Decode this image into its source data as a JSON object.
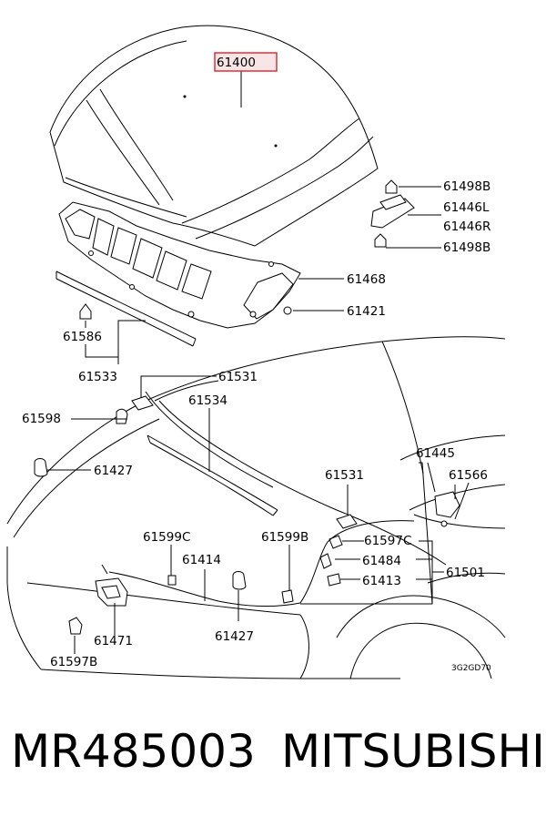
{
  "diagram": {
    "callouts": {
      "c61400": "61400",
      "c61498B_top": "61498B",
      "c61446L": "61446L",
      "c61446R": "61446R",
      "c61498B_bottom": "61498B",
      "c61468": "61468",
      "c61421": "61421",
      "c61586": "61586",
      "c61533": "61533",
      "c61531_top": "61531",
      "c61534": "61534",
      "c61598": "61598",
      "c61427_left": "61427",
      "c61445": "61445",
      "c61566": "61566",
      "c61531_right": "61531",
      "c61599C": "61599C",
      "c61599B": "61599B",
      "c61597C": "61597C",
      "c61414": "61414",
      "c61484": "61484",
      "c61501": "61501",
      "c61413": "61413",
      "c61471": "61471",
      "c61427_bottom": "61427",
      "c61597B": "61597B"
    },
    "ref_code": "3G2GD70",
    "highlight_color": "#e0303a"
  },
  "footer": {
    "part_number": "MR485003",
    "brand": "MITSUBISHI"
  }
}
